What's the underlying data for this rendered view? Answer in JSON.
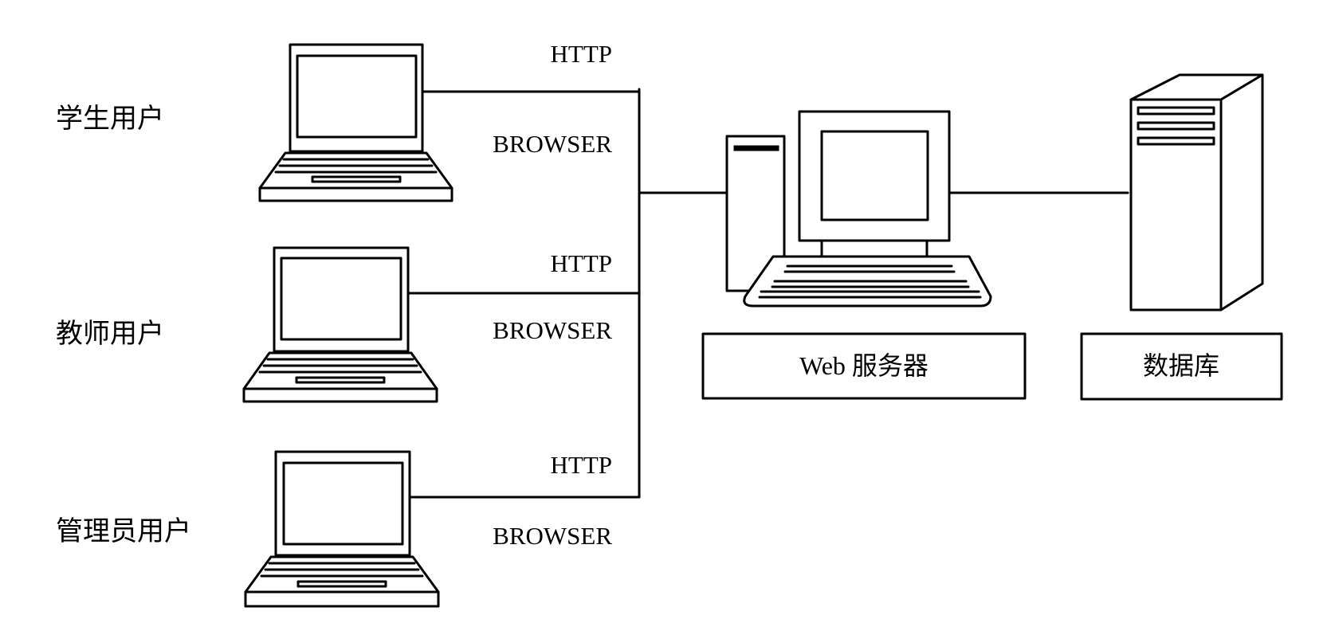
{
  "users": [
    {
      "label": "学生用户",
      "protocol_top": "HTTP",
      "protocol_bottom": "BROWSER"
    },
    {
      "label": "教师用户",
      "protocol_top": "HTTP",
      "protocol_bottom": "BROWSER"
    },
    {
      "label": "管理员用户",
      "protocol_top": "HTTP",
      "protocol_bottom": "BROWSER"
    }
  ],
  "web_server": {
    "label": "Web 服务器"
  },
  "database": {
    "label": "数据库"
  },
  "colors": {
    "line": "#000000",
    "background": "#ffffff"
  }
}
